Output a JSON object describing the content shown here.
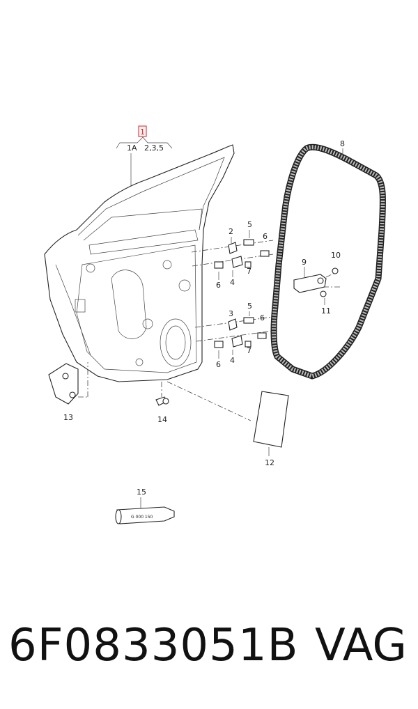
{
  "diagram": {
    "callouts": {
      "main": "1",
      "variant_a": "1A",
      "variant_b": "2,3,5",
      "c2": "2",
      "c3": "3",
      "c5a": "5",
      "c5b": "5",
      "c6a": "6",
      "c6b": "6",
      "c6c": "6",
      "c6d": "6",
      "c4a": "4",
      "c4b": "4",
      "c7a": "7",
      "c7b": "7",
      "c8": "8",
      "c9": "9",
      "c10": "10",
      "c11": "11",
      "c12": "12",
      "c13": "13",
      "c14": "14",
      "c15": "15"
    },
    "tube_text": "G 000 150",
    "highlight_color": "#cc2222"
  },
  "footer": {
    "part_number": "6F0833051B",
    "brand": "VAG"
  }
}
